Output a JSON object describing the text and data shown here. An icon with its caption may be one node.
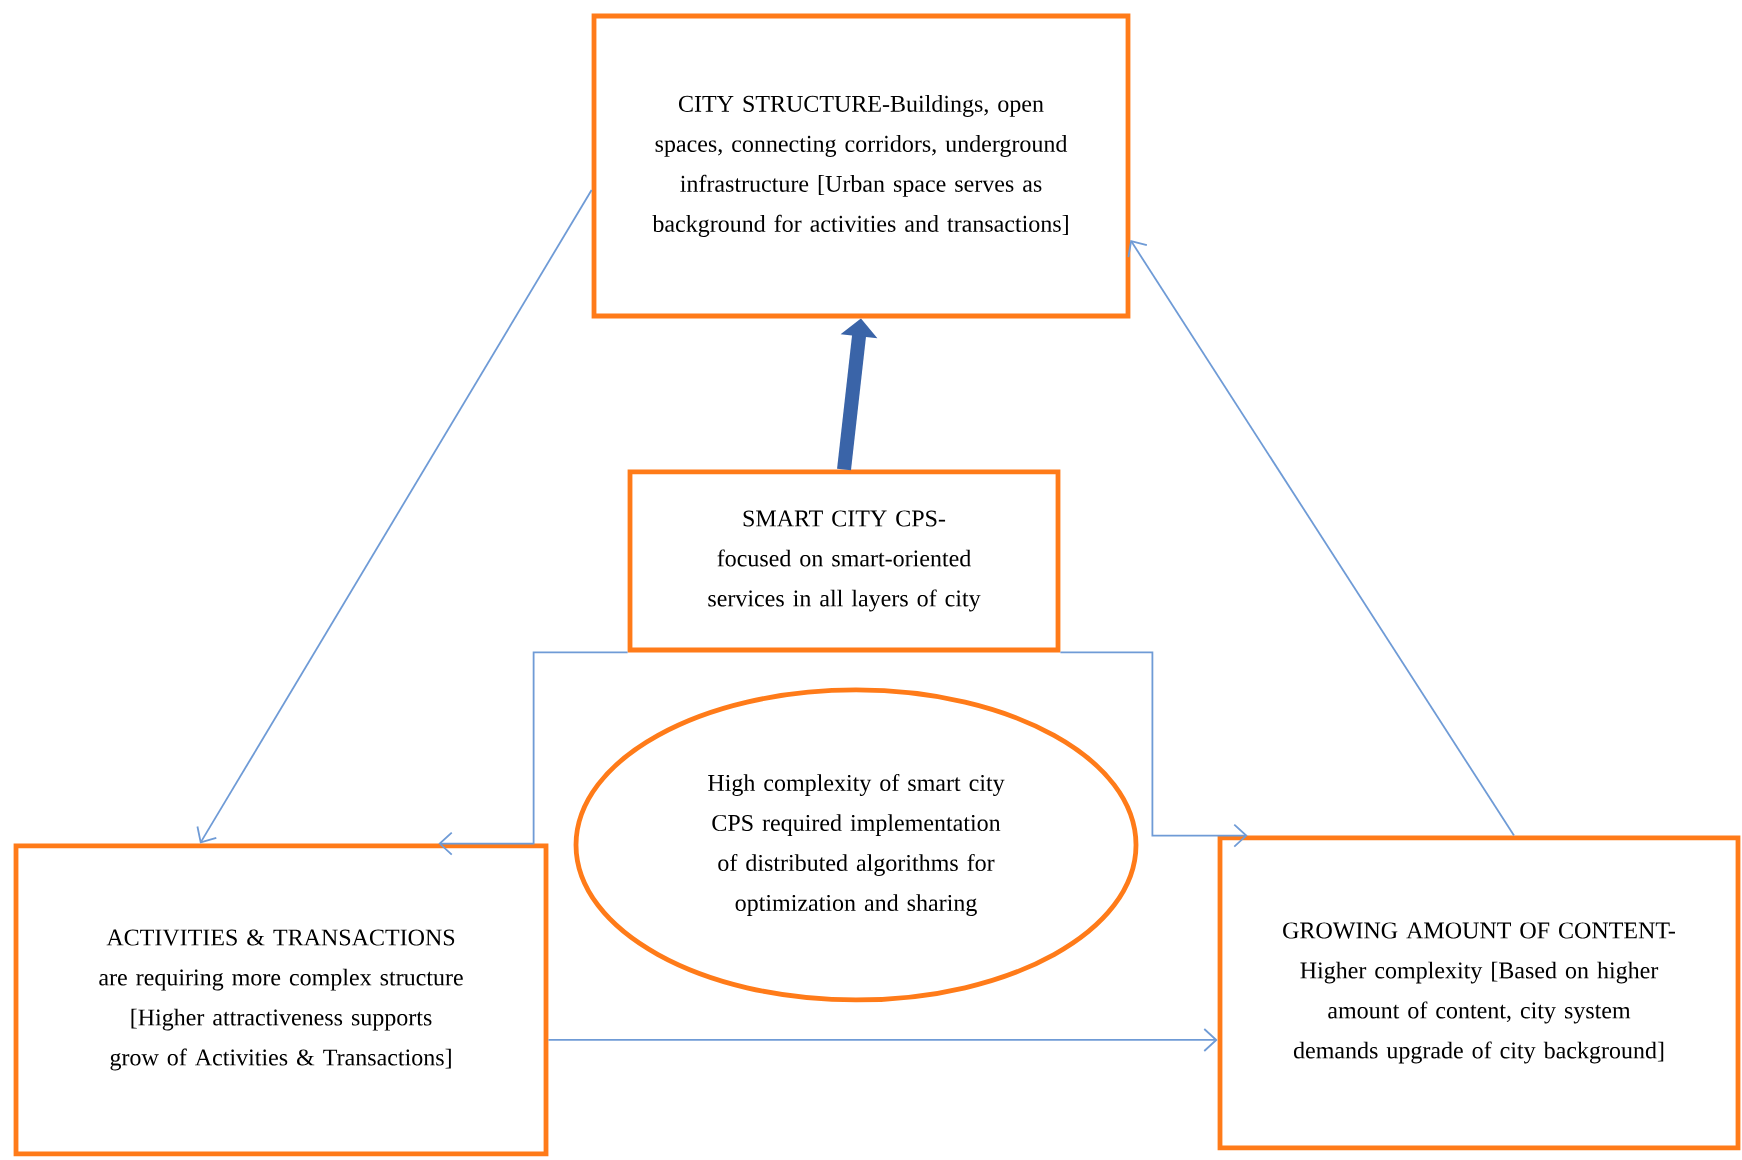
{
  "diagram": {
    "nodes": [
      {
        "text": [
          "CITY STRUCTURE-Buildings, open spaces, connecting corridors, underground infrastructure [Urban space serves as background for activities and transactions]"
        ]
      },
      {
        "text": [
          "SMART CITY CPS-",
          "focused on smart-oriented services in all layers of city"
        ]
      },
      {
        "text": [
          "High complexity of smart city CPS required implementation of distributed algorithms for optimization and sharing"
        ]
      },
      {
        "text": [
          "ACTIVITIES & TRANSACTIONS are requiring more complex structure [Higher attractiveness supports grow of Activities & Transactions]"
        ]
      },
      {
        "text": [
          "GROWING AMOUNT OF CONTENT-Higher complexity [Based on higher amount of content, city system demands upgrade of city background]"
        ]
      }
    ],
    "edges": [
      {
        "from": 0,
        "to": 3,
        "arrow": "to"
      },
      {
        "from": 1,
        "to": 0,
        "arrow": "to",
        "style": "thick",
        "color": "#3a64a8"
      },
      {
        "from": 1,
        "to": 3,
        "arrow": "to"
      },
      {
        "from": 1,
        "to": 4,
        "arrow": "to"
      },
      {
        "from": 3,
        "to": 4,
        "arrow": "to"
      },
      {
        "from": 4,
        "to": 0,
        "arrow": "to"
      }
    ]
  }
}
